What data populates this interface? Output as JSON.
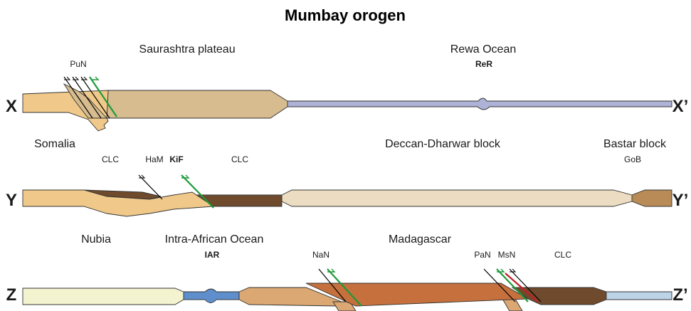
{
  "title": "Mumbay orogen",
  "colors": {
    "cream": "#f0c98a",
    "tan": "#d6bc8e",
    "lavender": "#aeb2d6",
    "darkbrown": "#6f4a2c",
    "lightbeige": "#ecdcc2",
    "bastar": "#b98c57",
    "palegreen": "#f3f3d0",
    "blue": "#5e8fcc",
    "lighttan": "#dba772",
    "orange": "#c6703d",
    "lightblue": "#bcd3e8",
    "green": "#1e9a3a",
    "red": "#c42026",
    "black": "#000000"
  },
  "sections": {
    "x": {
      "left_label": "X",
      "right_label": "X’",
      "regions": [
        "Saurashtra plateau",
        "Rewa Ocean"
      ],
      "units": [
        "PuN",
        "ReR"
      ]
    },
    "y": {
      "left_label": "Y",
      "right_label": "Y’",
      "regions": [
        "Somalia",
        "Deccan-Dharwar block",
        "Bastar block"
      ],
      "units": [
        "CLC",
        "HaM",
        "KiF",
        "CLC",
        "GoB"
      ]
    },
    "z": {
      "left_label": "Z",
      "right_label": "Z’",
      "regions": [
        "Nubia",
        "Intra-African Ocean",
        "Madagascar"
      ],
      "units": [
        "IAR",
        "NaN",
        "PaN",
        "MsN",
        "CLC"
      ]
    }
  }
}
